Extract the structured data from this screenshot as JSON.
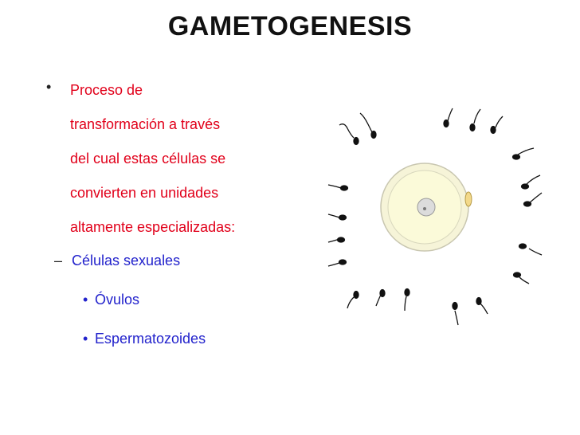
{
  "slide": {
    "title": "GAMETOGENESIS",
    "bullet_lines": [
      "Proceso de",
      "transformación a través",
      "del cual estas células se",
      "convierten en unidades",
      "altamente especializadas:"
    ],
    "sub_item": "Células sexuales",
    "sub_sub_items": [
      "Óvulos",
      "Espermatozoides"
    ],
    "colors": {
      "title": "#111111",
      "level1_text": "#e1001a",
      "level2_text": "#2222cc",
      "egg_outer": "#f6f4d8",
      "egg_inner": "#fbfad9"
    }
  },
  "illustration": {
    "icon": "egg-and-sperm-illustration"
  }
}
